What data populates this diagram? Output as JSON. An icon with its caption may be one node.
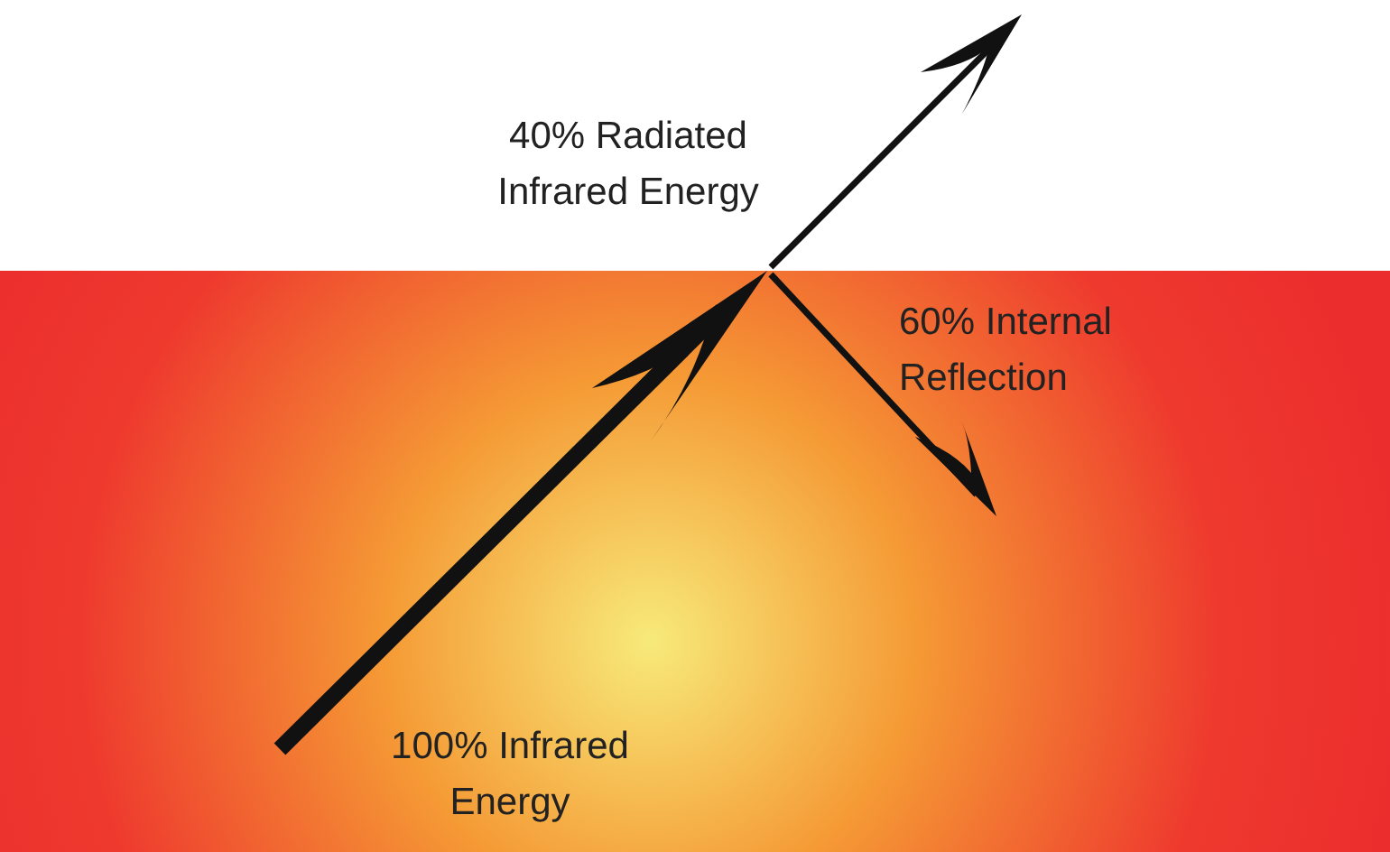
{
  "diagram": {
    "labels": [
      "40% Radiated Infrared Energy",
      "60% Internal Reflection",
      "100% Infrared Energy"
    ]
  }
}
